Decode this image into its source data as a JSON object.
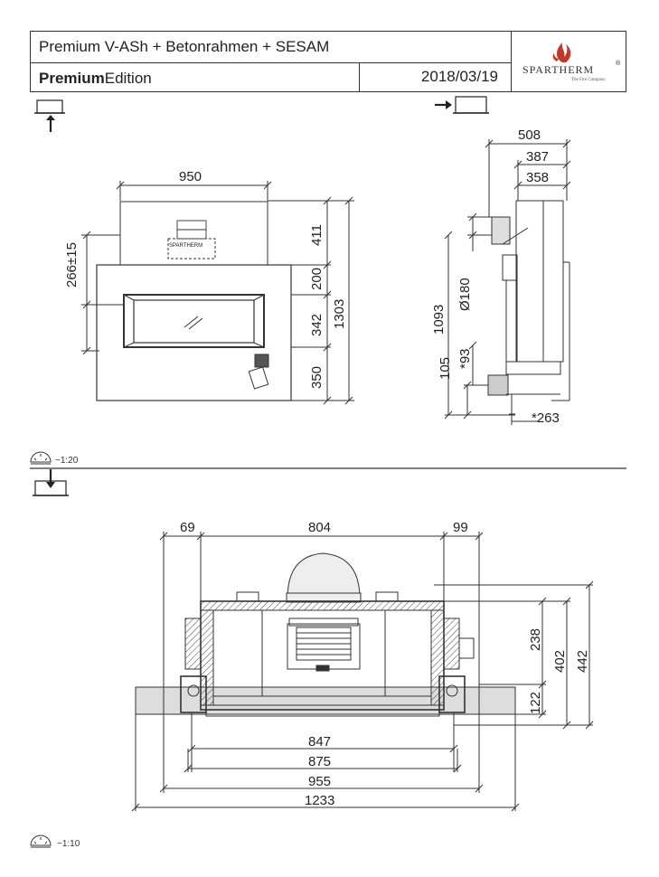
{
  "title_block": {
    "title": "Premium V-ASh + Betonrahmen + SESAM",
    "edition_bold": "Premium",
    "edition_rest": "Edition",
    "date": "2018/03/19",
    "logo_name": "SPARTHERM",
    "logo_tagline": "The Fire Company",
    "logo_registered": "®"
  },
  "front_view": {
    "width": "950",
    "height_total": "1303",
    "segment_top": "411",
    "segment_opening": "200",
    "segment_glass": "342",
    "segment_bottom": "350",
    "flue_offset": "266±15",
    "collar_label": "SPARTHERM"
  },
  "side_view": {
    "depth_total": "508",
    "depth_mid": "387",
    "depth_inner": "358",
    "flue_diameter": "Ø180",
    "height_flue": "1093",
    "height_air": "105",
    "air_offset": "*93",
    "air_depth": "*263"
  },
  "top_view": {
    "left_offset": "69",
    "top_width": "804",
    "right_offset": "99",
    "depth_238": "238",
    "depth_402": "402",
    "depth_442": "442",
    "depth_122": "122",
    "width_847": "847",
    "width_875": "875",
    "width_955": "955",
    "width_1233": "1233"
  },
  "scales": {
    "upper": "~1:20",
    "lower": "~1:10"
  },
  "icons": [
    "view-front-arrow-up-icon",
    "view-side-arrow-right-icon",
    "view-top-arrow-down-icon",
    "scale-protractor-icon",
    "flame-logo-icon"
  ]
}
